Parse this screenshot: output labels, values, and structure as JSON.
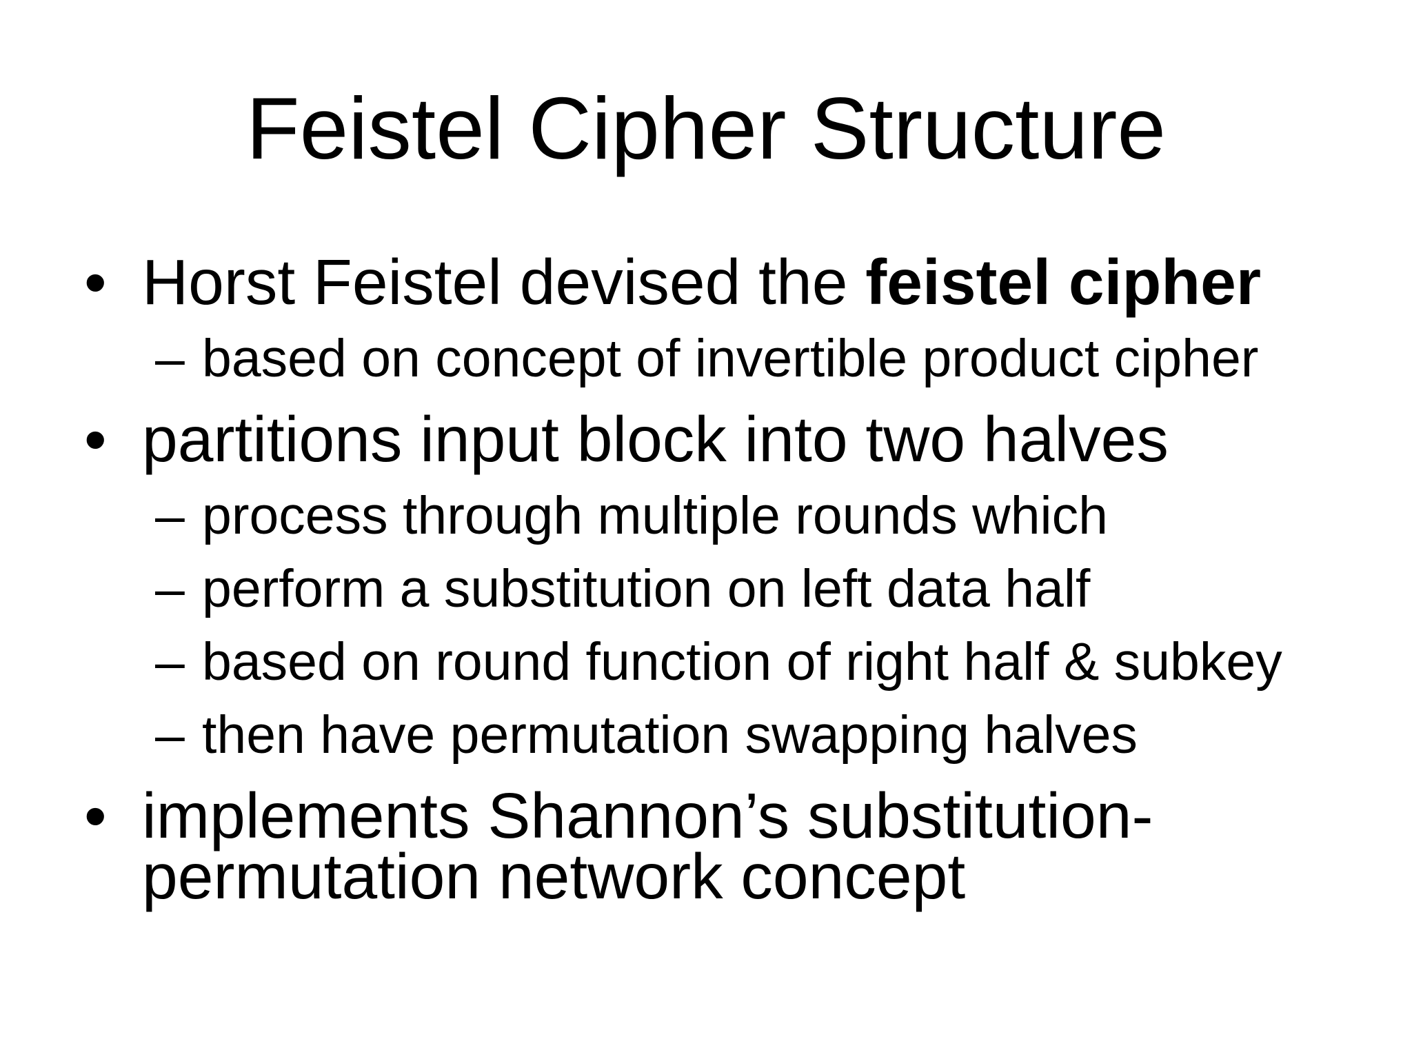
{
  "slide": {
    "title": "Feistel Cipher Structure",
    "markers": {
      "level1": "•",
      "level2": "–"
    },
    "bullets": [
      {
        "level": 1,
        "text": "Horst Feistel devised the ",
        "bold_text": "feistel cipher"
      },
      {
        "level": 2,
        "text": "based on concept of invertible product cipher"
      },
      {
        "level": 1,
        "text": "partitions input block into two halves"
      },
      {
        "level": 2,
        "text": "process through multiple rounds which"
      },
      {
        "level": 2,
        "text": "perform a substitution on left data half"
      },
      {
        "level": 2,
        "text": "based on round function of right half & subkey"
      },
      {
        "level": 2,
        "text": "then have permutation swapping halves"
      },
      {
        "level": 1,
        "text": "implements Shannon’s substitution-permutation network concept"
      }
    ],
    "colors": {
      "background": "#ffffff",
      "text": "#000000"
    }
  }
}
